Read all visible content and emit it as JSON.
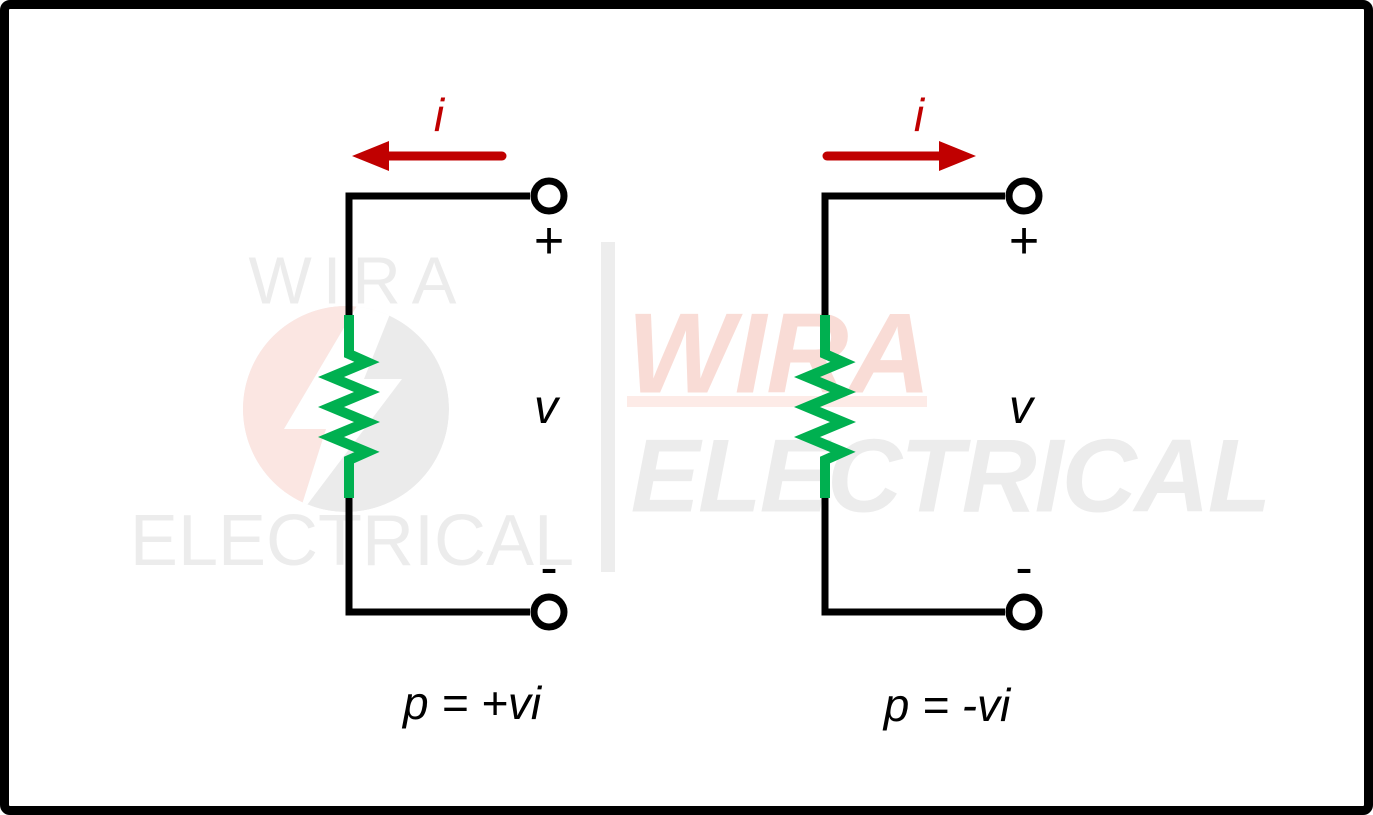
{
  "circuits": {
    "left": {
      "current_label": "i",
      "current_direction": "left",
      "terminal_top_polarity": "+",
      "voltage_label": "v",
      "terminal_bottom_polarity": "-",
      "power_formula": "p = +vi"
    },
    "right": {
      "current_label": "i",
      "current_direction": "right",
      "terminal_top_polarity": "+",
      "voltage_label": "v",
      "terminal_bottom_polarity": "-",
      "power_formula": "p = -vi"
    }
  },
  "watermark": {
    "left_logo": {
      "line1": "WIRA",
      "line2": "ELECTRICAL"
    },
    "right_logo": {
      "line1": "WIRA",
      "line2": "ELECTRICAL"
    }
  },
  "colors": {
    "background": "#ffffff",
    "border": "#000000",
    "wire": "#000000",
    "resistor_highlight": "#00b050",
    "current_arrow": "#c00000",
    "label_text": "#000000",
    "watermark_gray": "#ececec",
    "watermark_pink": "#f9dcd6",
    "logo_circle_pink": "#fbe6e2",
    "logo_circle_gray": "#ebebeb"
  }
}
